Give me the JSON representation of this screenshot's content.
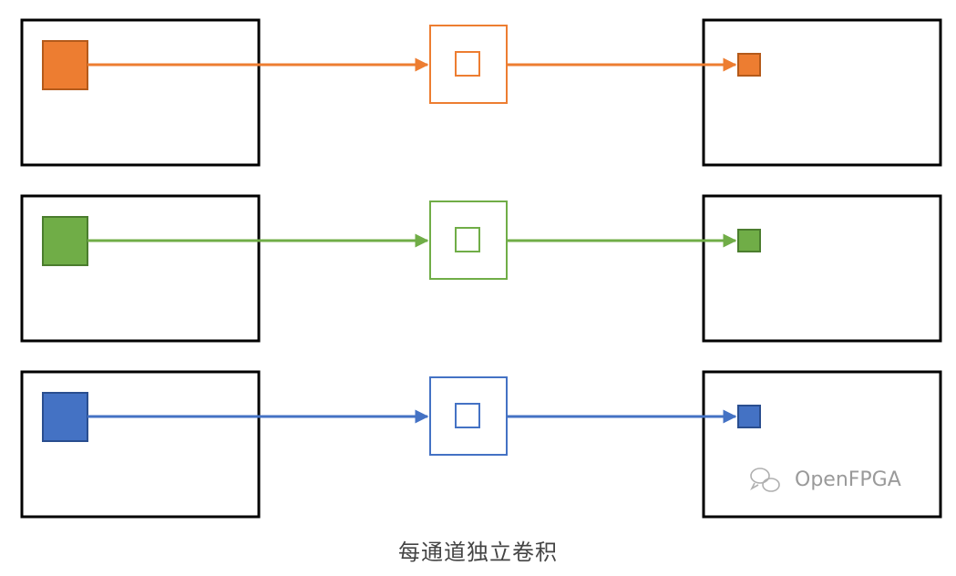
{
  "caption": "每通道独立卷积",
  "watermark": {
    "text": "OpenFPGA",
    "icon": "wechat-icon"
  },
  "colors": {
    "outline": "#000000",
    "watermark": "#9a9a9a"
  },
  "rows": [
    {
      "channel": "orange",
      "fill": "#ED7D31",
      "stroke": "#B45A1A"
    },
    {
      "channel": "green",
      "fill": "#70AD47",
      "stroke": "#4B7D2E"
    },
    {
      "channel": "blue",
      "fill": "#4472C4",
      "stroke": "#2A4E8F"
    }
  ]
}
